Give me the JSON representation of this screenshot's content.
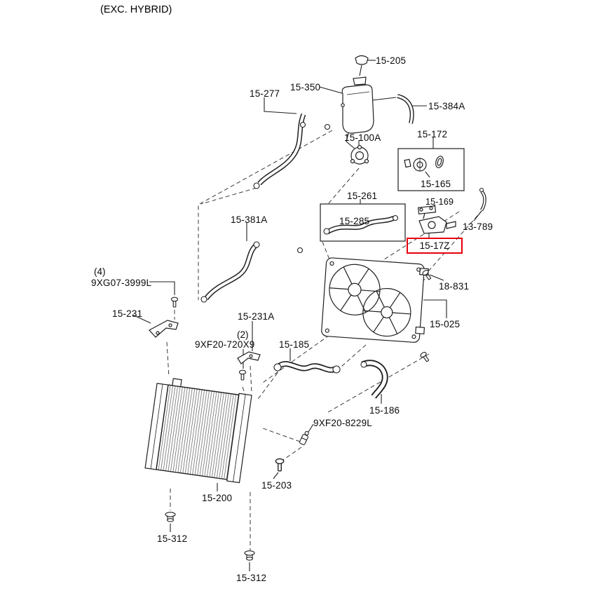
{
  "note": "(EXC. HYBRID)",
  "colors": {
    "highlight_box": "#e8000b",
    "line_art": "#1f1f1f"
  },
  "highlighted_part": "15-17Z",
  "labels": {
    "p15_205": "15-205",
    "p15_350": "15-350",
    "p15_277": "15-277",
    "p15_384A": "15-384A",
    "p15_100A": "15-100A",
    "p15_172": "15-172",
    "p15_165": "15-165",
    "p15_261": "15-261",
    "p15_169": "15-169",
    "p15_285": "15-285",
    "p13_789": "13-789",
    "p15_381A": "15-381A",
    "p15_17Z": "15-17Z",
    "qty_4": "(4)",
    "p9XG07_3999L": "9XG07-3999L",
    "p18_831": "18-831",
    "p15_231": "15-231",
    "p15_025": "15-025",
    "p15_231A": "15-231A",
    "qty_2": "(2)",
    "p9XF20_720X9": "9XF20-720X9",
    "p15_185": "15-185",
    "p15_186": "15-186",
    "p9XF20_8229L": "9XF20-8229L",
    "p15_203": "15-203",
    "p15_200": "15-200",
    "p15_312_left": "15-312",
    "p15_312_bottom": "15-312"
  }
}
